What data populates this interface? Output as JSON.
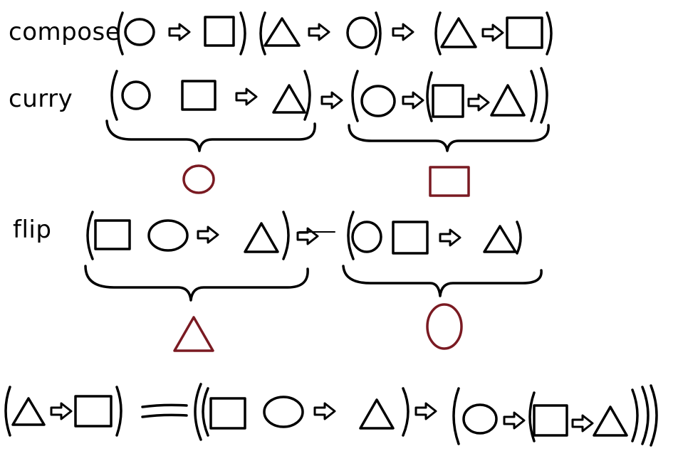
{
  "labels": {
    "compose": "compose",
    "curry": "curry",
    "flip": "flip"
  },
  "colors": {
    "ink": "#000000",
    "highlight": "#7a1a22"
  }
}
